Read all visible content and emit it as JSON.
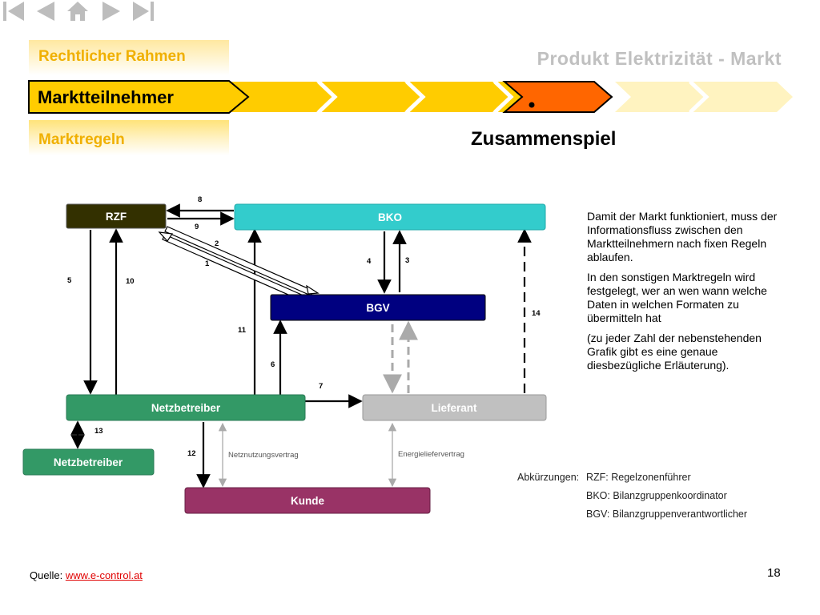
{
  "header": {
    "title": "Produkt Elektrizität - Markt"
  },
  "menu": {
    "items": [
      {
        "label": "Rechtlicher Rahmen"
      },
      {
        "label": "Marktteilnehmer"
      },
      {
        "label": "Marktregeln"
      }
    ],
    "active_index": 1
  },
  "section_title": "Zusammenspiel",
  "icons": {
    "first": "skip-first-icon",
    "prev": "previous-icon",
    "home": "home-icon",
    "next": "next-icon",
    "last": "skip-last-icon"
  },
  "colors": {
    "accent_yellow": "#ffcc00",
    "active_orange": "#ff6600",
    "rzf": "#333000",
    "bko": "#33cccc",
    "bgv": "#000080",
    "netzbetreiber": "#339966",
    "lieferant": "#c0c0c0",
    "kunde": "#993366"
  },
  "diagram": {
    "nodes": {
      "rzf": "RZF",
      "bko": "BKO",
      "bgv": "BGV",
      "netzbetreiber": "Netzbetreiber",
      "lieferant": "Lieferant",
      "netzbetreiber2": "Netzbetreiber",
      "kunde": "Kunde"
    },
    "edge_labels": [
      "1",
      "2",
      "3",
      "4",
      "5",
      "6",
      "7",
      "8",
      "9",
      "10",
      "11",
      "12",
      "13",
      "14"
    ],
    "contracts": {
      "netz": "Netznutzungsvertrag",
      "energie": "Energieliefervertrag"
    }
  },
  "description": {
    "p1": "Damit der Markt funktioniert, muss der Informationsfluss zwischen den Marktteilnehmern nach fixen Regeln ablaufen.",
    "p2": "In den sonstigen Marktregeln wird festgelegt, wer an wen wann welche Daten in welchen Formaten zu übermitteln hat",
    "p3a": "(zu jeder Zahl der nebenstehenden",
    "p3b": "Grafik gibt es eine genaue diesbezügliche Erläuterung)."
  },
  "abbreviations": {
    "heading": "Abkürzungen:",
    "items": [
      {
        "text": "RZF: Regelzonenführer"
      },
      {
        "text": "BKO: Bilanzgruppenkoordinator"
      },
      {
        "text": "BGV: Bilanzgruppenverantwortlicher"
      }
    ]
  },
  "footer": {
    "source_label": "Quelle:",
    "source_link": "www.e-control.at",
    "page_number": "18"
  }
}
